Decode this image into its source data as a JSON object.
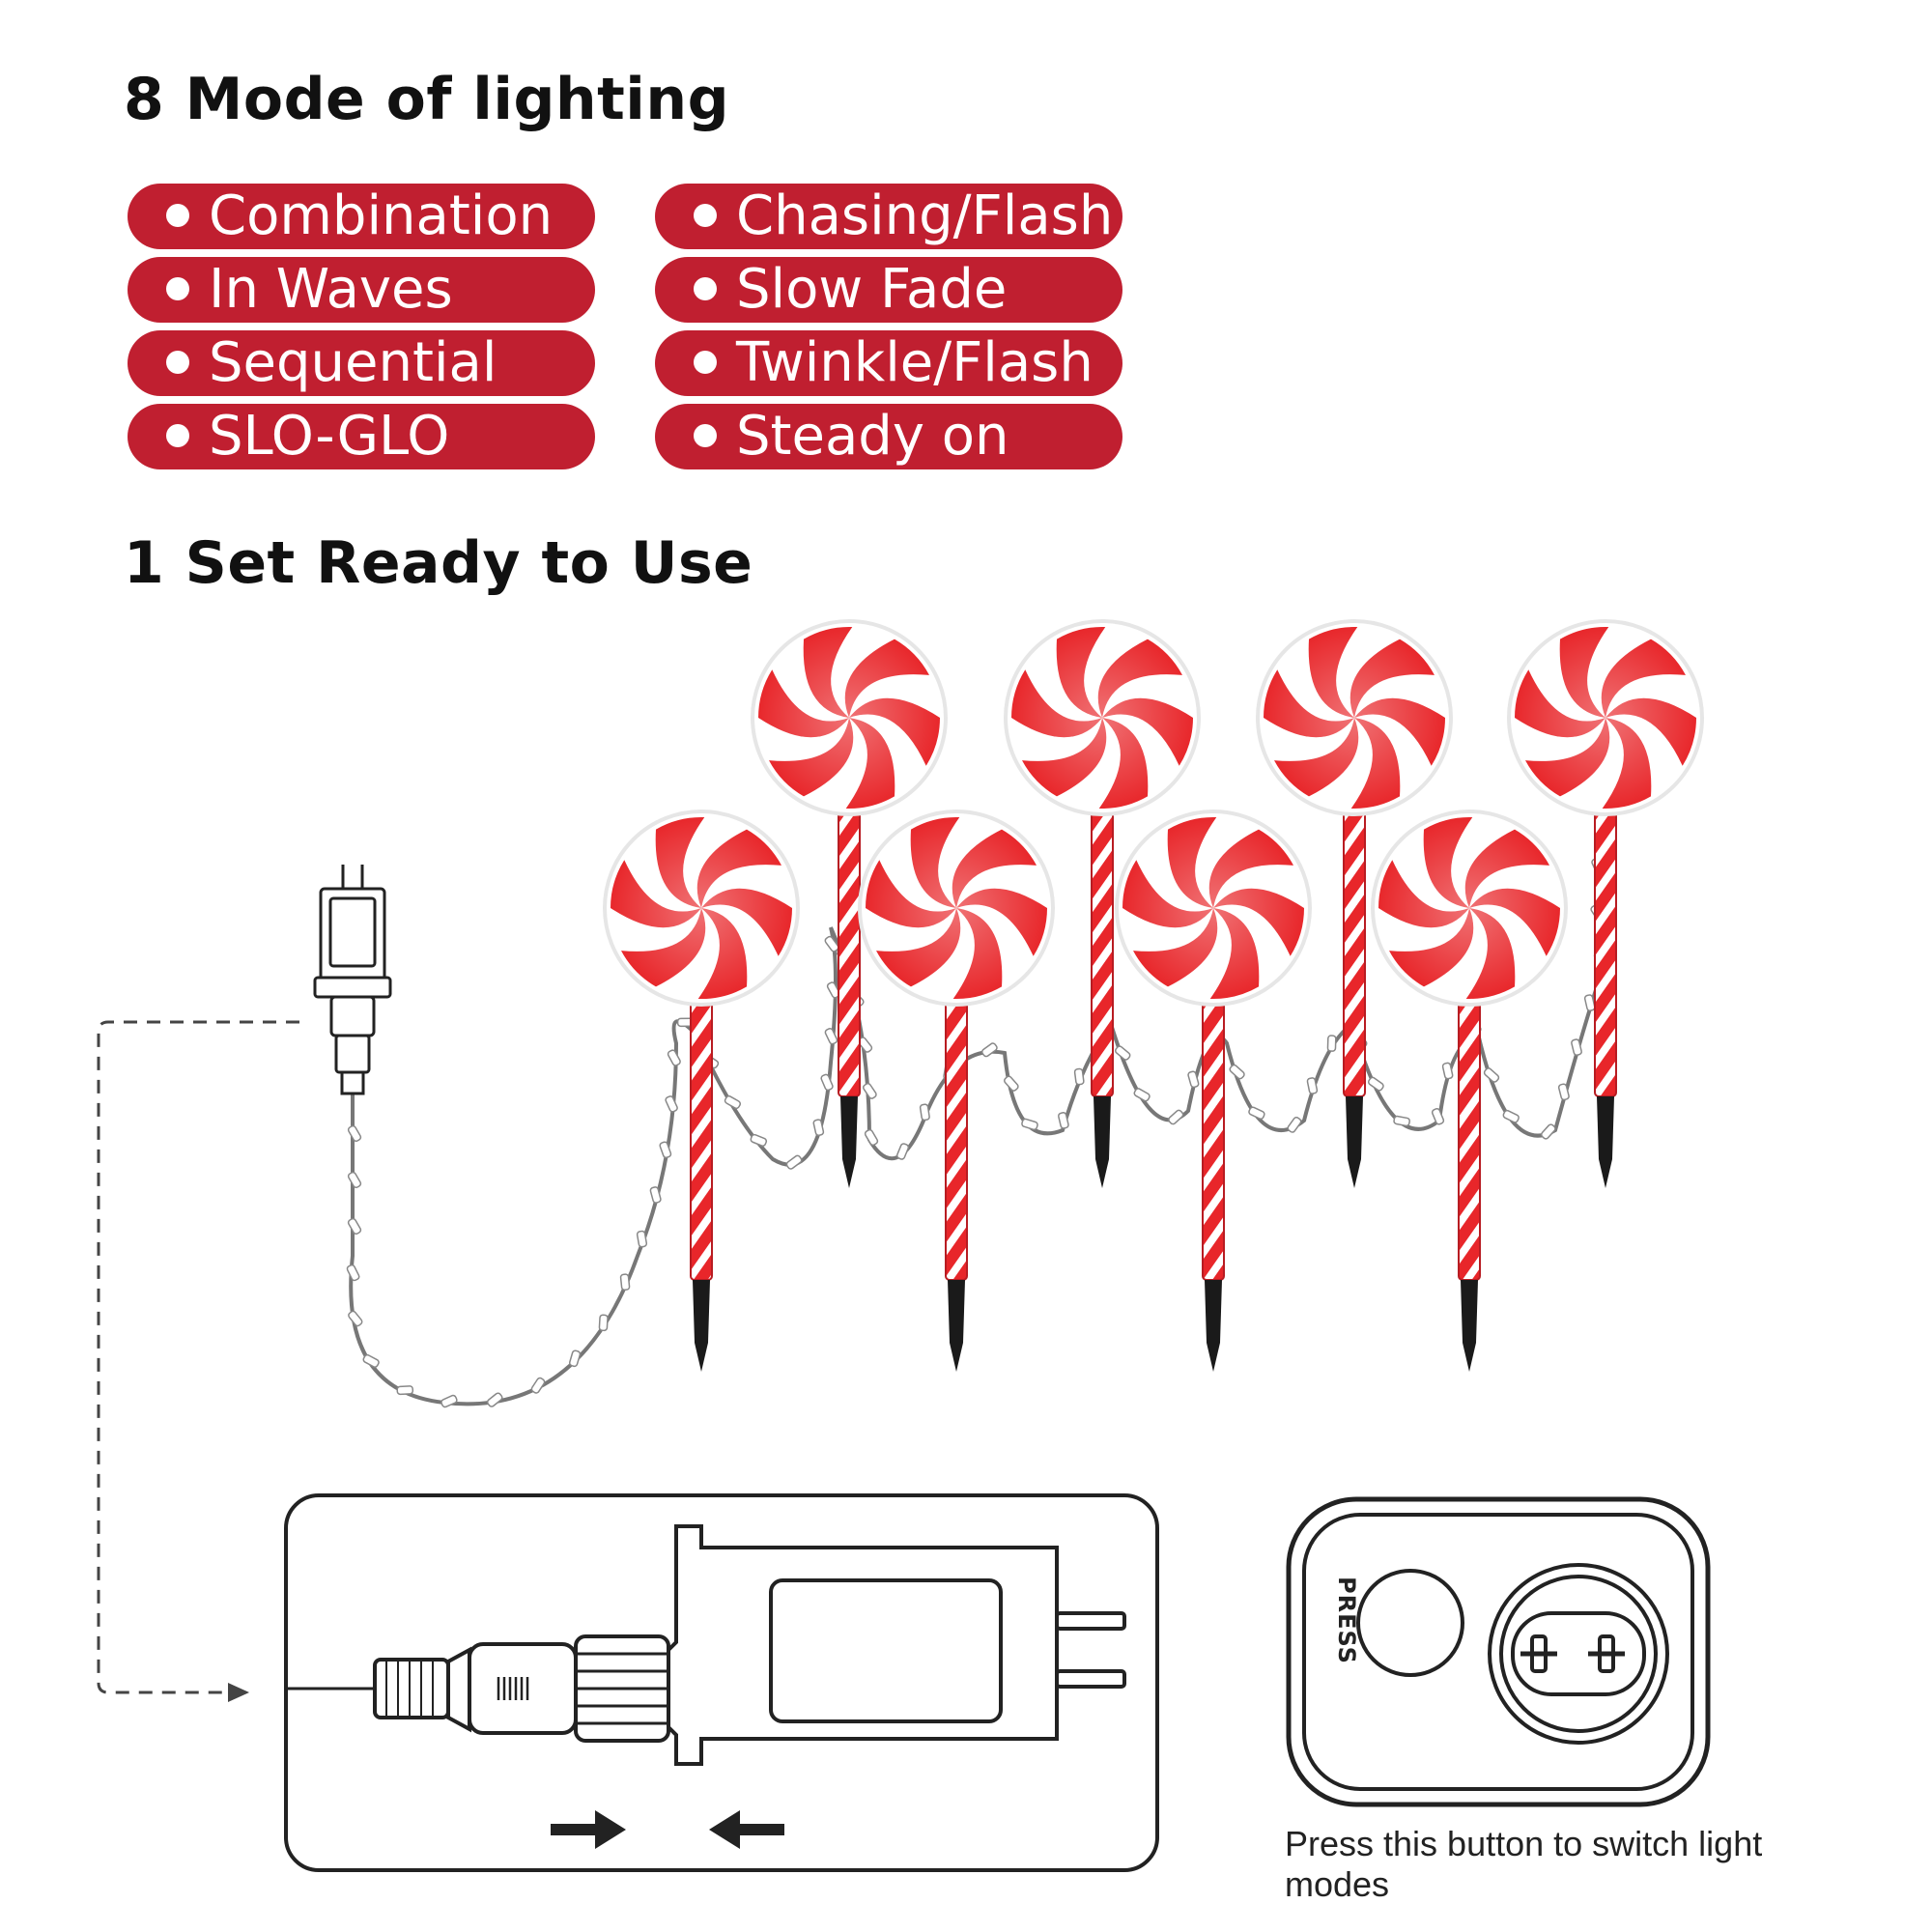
{
  "headings": {
    "modes_title": "8 Mode of lighting",
    "set_title": "1 Set Ready to Use"
  },
  "modes": [
    "Combination",
    "In Waves",
    "Sequential",
    "SLO-GLO",
    "Chasing/Flash",
    "Slow Fade",
    "Twinkle/Flash",
    "Steady on"
  ],
  "controller": {
    "button_label": "PRESS",
    "caption": "Press this button to switch light modes"
  },
  "colors": {
    "accent_red": "#c01f30",
    "candy_red": "#e8262a",
    "stake_black": "#1a1a1a",
    "wire_gray": "#777777"
  },
  "icons": {
    "pill_bullet": "white-dot",
    "lollipop": "peppermint-swirl",
    "plug": "power-adapter-icon",
    "arrow": "arrow-icon"
  }
}
